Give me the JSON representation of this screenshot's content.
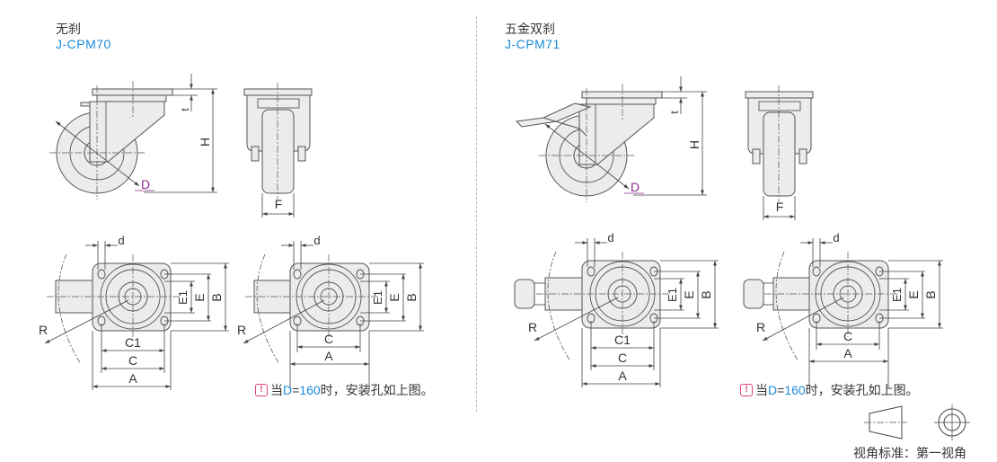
{
  "left_panel": {
    "title": "无刹",
    "code": "J-CPM70"
  },
  "right_panel": {
    "title": "五金双刹",
    "code": "J-CPM71"
  },
  "dims": {
    "D": "D",
    "H": "H",
    "t": "t",
    "F": "F",
    "d": "d",
    "E1": "E1",
    "E": "E",
    "B": "B",
    "C1": "C1",
    "C": "C",
    "A": "A",
    "R": "R"
  },
  "note": {
    "icon": "!",
    "prefix": "当",
    "var": "D",
    "eq": "=",
    "value": "160",
    "suffix": "时，安装孔如上图。"
  },
  "legend": {
    "label": "视角标准：第一视角"
  },
  "colors": {
    "accent": "#1a8cd8",
    "dim_D": "#8b2a8b",
    "warn": "#e0457b"
  }
}
